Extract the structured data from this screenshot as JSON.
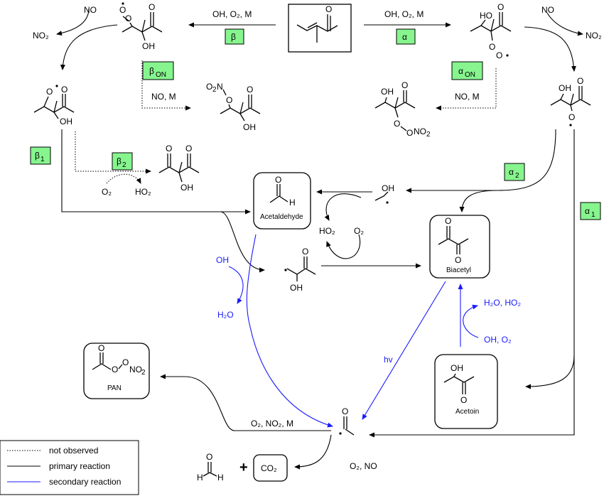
{
  "labels": {
    "top_left": "OH, O₂, M",
    "top_right": "OH, O₂, M",
    "no_left": "NO",
    "no2_left": "NO₂",
    "no_right": "NO",
    "no2_right": "NO₂",
    "no_m_left": "NO, M",
    "no_m_right": "NO, M",
    "o2_left": "O₂",
    "ho2_left": "HO₂",
    "ho2_center": "HO₂",
    "o2_center": "O₂",
    "oh_blue": "OH",
    "h2o_blue": "H₂O",
    "hv": "hv",
    "h2o_ho2": "H₂O, HO₂",
    "oh_o2": "OH, O₂",
    "o2_no2_m": "O₂, NO₂, M",
    "o2_no": "O₂, NO",
    "plus": "+"
  },
  "tags": {
    "beta": "β",
    "alpha": "α",
    "beta_on": "β",
    "beta_on_sub": "ON",
    "alpha_on": "α",
    "alpha_on_sub": "ON",
    "beta1": "β",
    "beta1_sub": "1",
    "beta2": "β",
    "beta2_sub": "2",
    "alpha2": "α",
    "alpha2_sub": "2",
    "alpha1": "α",
    "alpha1_sub": "1"
  },
  "products": {
    "acetaldehyde": "Acetaldehyde",
    "biacetyl": "Biacetyl",
    "acetoin": "Acetoin",
    "pan": "PAN",
    "co2": "CO₂"
  },
  "legend": {
    "not_observed": "not observed",
    "primary": "primary reaction",
    "secondary": "secondary reaction"
  },
  "colors": {
    "tag_fill": "#86f58e",
    "secondary": "#1a1aff"
  }
}
